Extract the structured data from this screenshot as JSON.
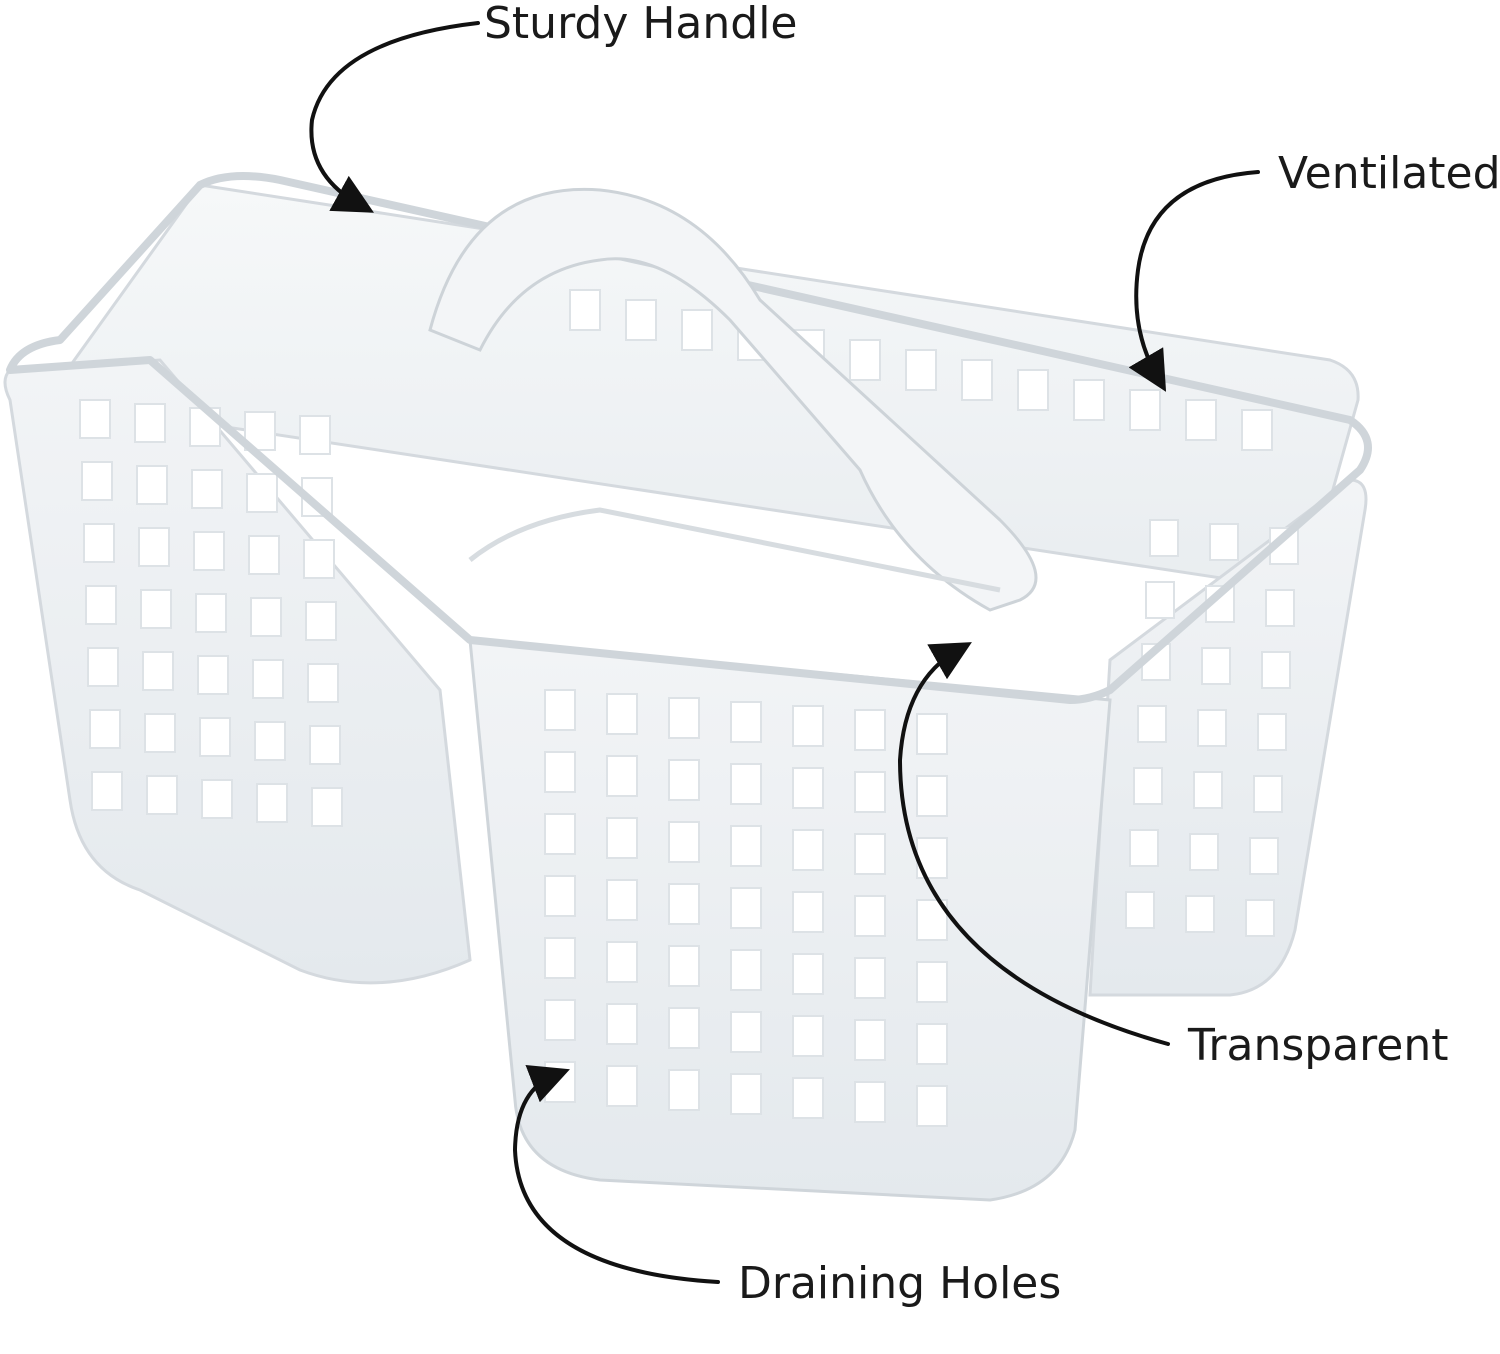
{
  "callouts": {
    "handle": "Sturdy Handle",
    "ventilated": "Ventilated",
    "transparent": "Transparent",
    "draining": "Draining Holes"
  },
  "colors": {
    "background": "#ffffff",
    "arrow": "#111111",
    "label": "#1a1a1a",
    "plastic": "#f1f3f5",
    "plastic_edge": "#d4d9de"
  }
}
